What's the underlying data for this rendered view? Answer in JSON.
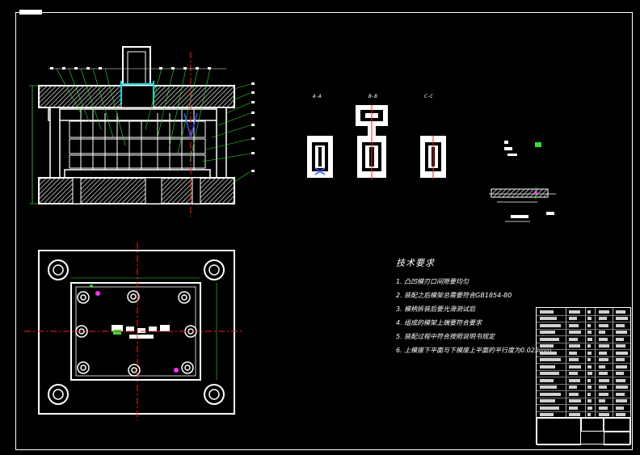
{
  "drawing": {
    "section_labels": {
      "a": "A-A",
      "b": "B-B",
      "c": "C-C"
    },
    "technical_requirements": {
      "title": "技术要求",
      "items": [
        "1. 凸凹模刃口间隙要均匀",
        "2. 装配之后模架总需要符合GB1854-80",
        "3. 模柄拆装后要光滑测试后",
        "4. 组成的模架上端要符合要求",
        "5. 装配过程中符合按照说明书规定",
        "6. 上模座下平面与下模座上平面的平行度为0.025mm"
      ]
    },
    "colors": {
      "background": "#000000",
      "line": "#ffffff",
      "hatch": "#ffffff",
      "center_line": "#ff2020",
      "leader": "#33dd33",
      "accent_cyan": "#00e0e0",
      "accent_blue": "#3050ff",
      "accent_magenta": "#ff30ff"
    }
  }
}
